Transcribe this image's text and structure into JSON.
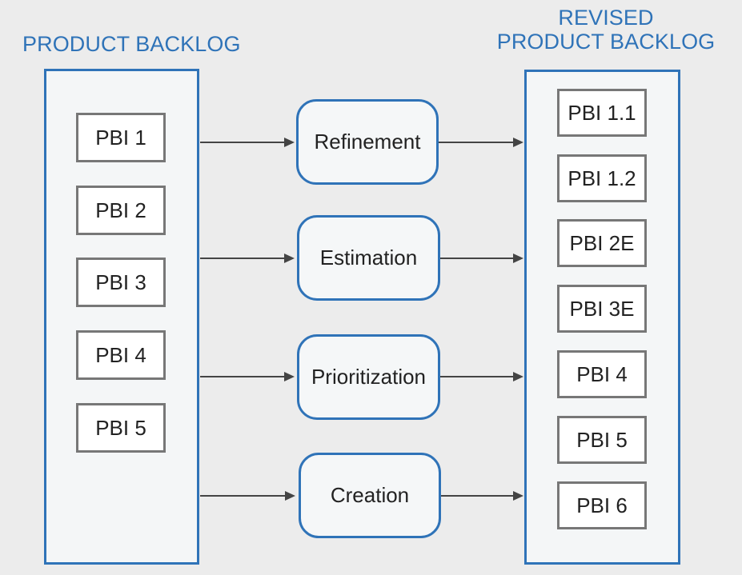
{
  "headers": {
    "left_title": "PRODUCT BACKLOG",
    "right_title": {
      "line1": "REVISED",
      "line2": "PRODUCT BACKLOG"
    }
  },
  "product_backlog": {
    "items": [
      {
        "label": "PBI 1"
      },
      {
        "label": "PBI 2"
      },
      {
        "label": "PBI 3"
      },
      {
        "label": "PBI 4"
      },
      {
        "label": "PBI 5"
      }
    ]
  },
  "processes": [
    {
      "label": "Refinement"
    },
    {
      "label": "Estimation"
    },
    {
      "label": "Prioritization"
    },
    {
      "label": "Creation"
    }
  ],
  "revised_backlog": {
    "items": [
      {
        "label": "PBI 1.1"
      },
      {
        "label": "PBI 1.2"
      },
      {
        "label": "PBI 2E"
      },
      {
        "label": "PBI 3E"
      },
      {
        "label": "PBI 4"
      },
      {
        "label": "PBI 5"
      },
      {
        "label": "PBI 6"
      }
    ]
  },
  "colors": {
    "background": "#ececec",
    "accent": "#2f73b8",
    "item_border": "#777777",
    "arrow": "#444444"
  }
}
